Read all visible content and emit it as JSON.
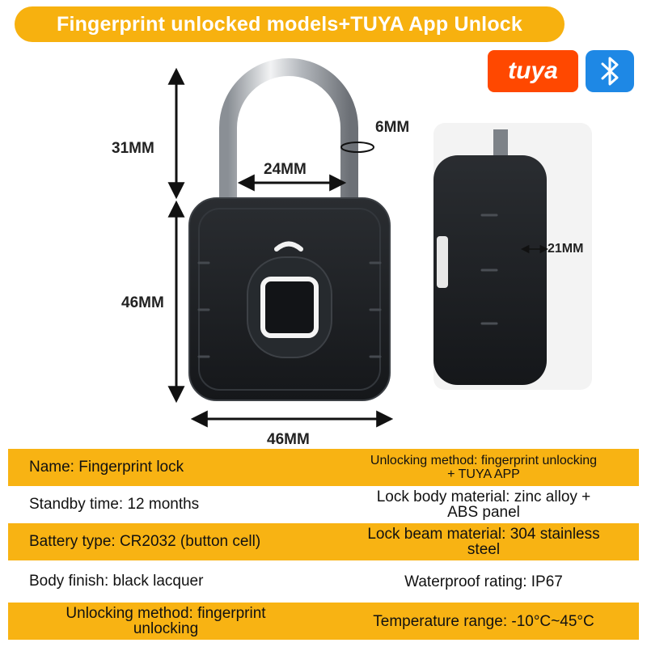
{
  "banner": {
    "title": "Fingerprint unlocked models+TUYA App Unlock"
  },
  "logos": {
    "tuya": "tuya",
    "bluetooth_icon": "bluetooth-icon"
  },
  "colors": {
    "accent": "#f7b10f",
    "tuya": "#ff4800",
    "bluetooth": "#1e88e5",
    "lock_body": "#1d1f22"
  },
  "dimensions": {
    "shackle_height": "31MM",
    "shackle_width": "24MM",
    "shackle_diameter": "6MM",
    "body_height": "46MM",
    "body_width": "46MM",
    "thickness": "21MM"
  },
  "specs": {
    "name": "Name:  Fingerprint lock",
    "unlock_method_a_line1": "Unlocking method: fingerprint unlocking",
    "unlock_method_a_line2": "+ TUYA APP",
    "standby": "Standby time: 12 months",
    "body_material_line1": "Lock body material: zinc alloy +",
    "body_material_line2": "ABS panel",
    "battery": "Battery type: CR2032 (button cell)",
    "beam_material_line1": "Lock beam material: 304 stainless",
    "beam_material_line2": "steel",
    "finish": "Body finish: black lacquer",
    "waterproof": "Waterproof rating: IP67",
    "unlock_method_b_line1": "Unlocking method: fingerprint",
    "unlock_method_b_line2": "unlocking",
    "temperature": "Temperature range: -10°C~45°C"
  }
}
